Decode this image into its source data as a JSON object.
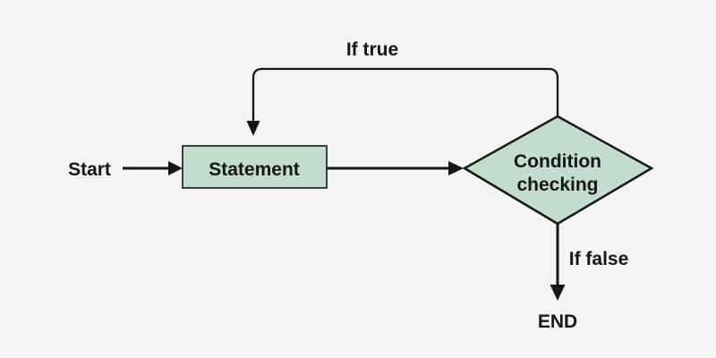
{
  "colors": {
    "background": "#f4f4f4",
    "shape_fill": "#c2dcce",
    "line": "#161616",
    "text": "#161616"
  },
  "nodes": {
    "start": {
      "label": "Start"
    },
    "statement": {
      "label": "Statement"
    },
    "condition": {
      "label": "Condition checking",
      "line1": "Condition",
      "line2": "checking"
    },
    "end": {
      "label": "END"
    }
  },
  "edges": {
    "true_branch": {
      "label": "If true"
    },
    "false_branch": {
      "label": "If false"
    }
  }
}
